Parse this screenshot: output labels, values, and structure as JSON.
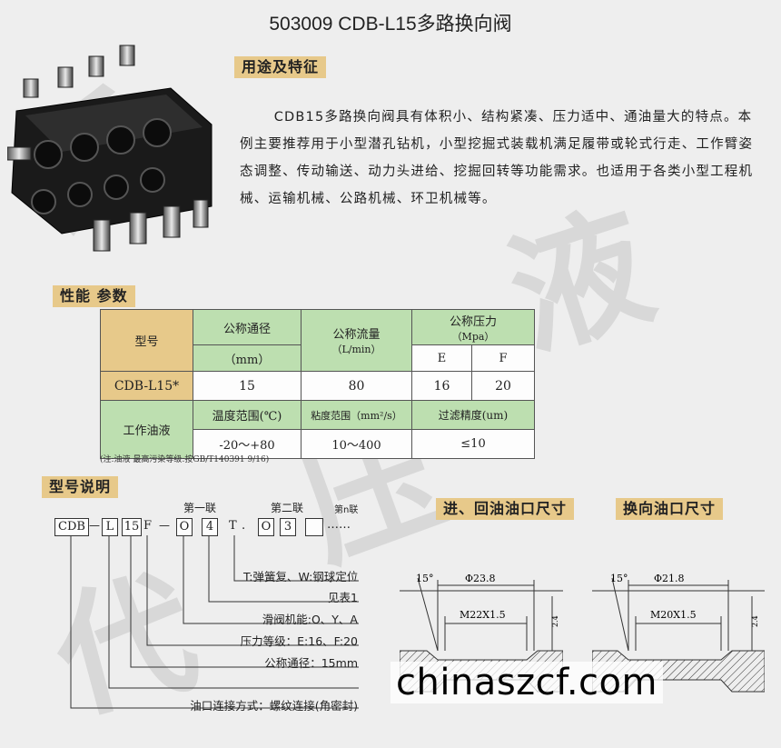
{
  "title": "503009  CDB-L15多路换向阀",
  "sections": {
    "usage": "用途及特征",
    "performance": "性能 参数",
    "model": "型号说明",
    "port_in_out": "进、回油油口尺寸",
    "port_reverse": "换向油口尺寸"
  },
  "description": "CDB15多路换向阀具有体积小、结构紧凑、压力适中、通油量大的特点。本例主要推荐用于小型潜孔钻机，小型挖掘式装载机满足履带或轮式行走、工作臂姿态调整、传动输送、动力头进给、挖掘回转等功能需求。也适用于各类小型工程机械、运输机械、公路机械、环卫机械等。",
  "table": {
    "model_header": "型号",
    "bore_header": "公称通径",
    "bore_unit": "（mm）",
    "flow_header": "公称流量",
    "flow_unit": "（L/min）",
    "pressure_header": "公称压力",
    "pressure_unit": "（Mpa）",
    "pressure_e": "E",
    "pressure_f": "F",
    "model_value": "CDB-L15*",
    "bore_value": "15",
    "flow_value": "80",
    "pressure_e_value": "16",
    "pressure_f_value": "20",
    "fluid_header": "工作油液",
    "temp_header": "温度范围(℃)",
    "visc_header": "粘度范围（mm²/s）",
    "filter_header": "过滤精度(um)",
    "temp_value": "-20～+80",
    "visc_value": "10～400",
    "filter_value": "≤10"
  },
  "note": "(注:油液 最高污染等级:按GB/T140391 9/16)",
  "code": {
    "group_first": "第一联",
    "group_second": "第二联",
    "group_n": "第n联",
    "c_cdb": "CDB",
    "d1": "—",
    "c_l": "L",
    "c_15": "15",
    "c_f": "F",
    "d2": "—",
    "c_o1": "O",
    "c_4": "4",
    "c_t": "T",
    "dot": ".",
    "c_o2": "O",
    "c_3": "3",
    "c_blank": "",
    "ellipsis": "……",
    "legend_t": "T:弹簧复、W:钢球定位",
    "legend_table": "见表1",
    "legend_spool": "滑阀机能:O、Y、A",
    "legend_pressure": "压力等级：E:16、F:20",
    "legend_bore": "公称通径：15mm",
    "legend_port": "油口连接方式：螺纹连接(角密封)"
  },
  "port1": {
    "angle": "15°",
    "dia": "Φ23.8",
    "thread": "M22X1.5",
    "depth": "2.4"
  },
  "port2": {
    "angle": "15°",
    "dia": "Φ21.8",
    "thread": "M20X1.5",
    "depth": "2.4"
  },
  "watermark_site": "chinaszcf.com"
}
